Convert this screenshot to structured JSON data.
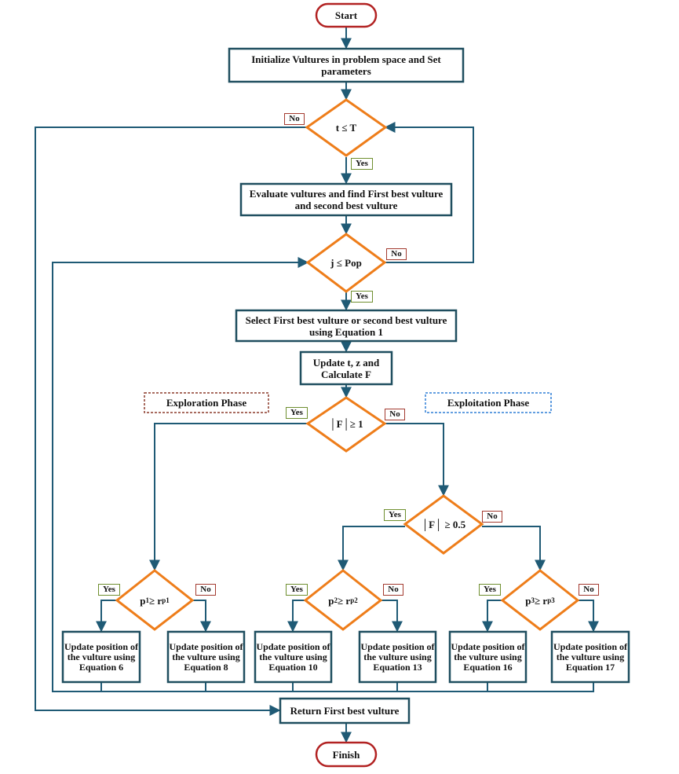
{
  "terminals": {
    "start": "Start",
    "finish": "Finish"
  },
  "process": {
    "initialize": "Initialize Vultures in problem space and Set parameters",
    "evaluate": "Evaluate vultures and find First best vulture and second best vulture",
    "select": "Select First best vulture or second best vulture using Equation 1",
    "update_tzf": "Update t, z and Calculate F",
    "return_best": "Return First best vulture",
    "update_eq6": "Update position of the vulture using Equation 6",
    "update_eq8": "Update position of the vulture using Equation 8",
    "update_eq10": "Update position of the vulture using Equation 10",
    "update_eq13": "Update position of the vulture using Equation 13",
    "update_eq16": "Update position of the vulture using Equation 16",
    "update_eq17": "Update position of the vulture using Equation 17"
  },
  "decisions": {
    "t_le_T": "t ≤  T",
    "j_le_pop": "j ≤ Pop",
    "abs_F_ge_1": "│F│≥ 1",
    "abs_F_ge_05": "│F│ ≥ 0.5",
    "p1": {
      "base": "p",
      "sub1": "1",
      "op": " ≥ r",
      "sub2": "p1"
    },
    "p2": {
      "base": "p",
      "sub1": "2",
      "op": " ≥ r",
      "sub2": "p2"
    },
    "p3": {
      "base": "p",
      "sub1": "3",
      "op": " ≥ r",
      "sub2": "p3"
    }
  },
  "branch_labels": {
    "yes": "Yes",
    "no": "No"
  },
  "phases": {
    "exploration": "Exploration Phase",
    "exploitation": "Exploitation Phase"
  },
  "colors": {
    "process_border": "#1f4e5f",
    "decision_border": "#ee7d1a",
    "terminal_border": "#b22222",
    "arrow": "#1f5a75",
    "yes_tag_border": "#6f8f2f",
    "no_tag_border": "#a33a2f",
    "exploration_border": "#8b3a2a",
    "exploitation_border": "#2e7fd6"
  }
}
